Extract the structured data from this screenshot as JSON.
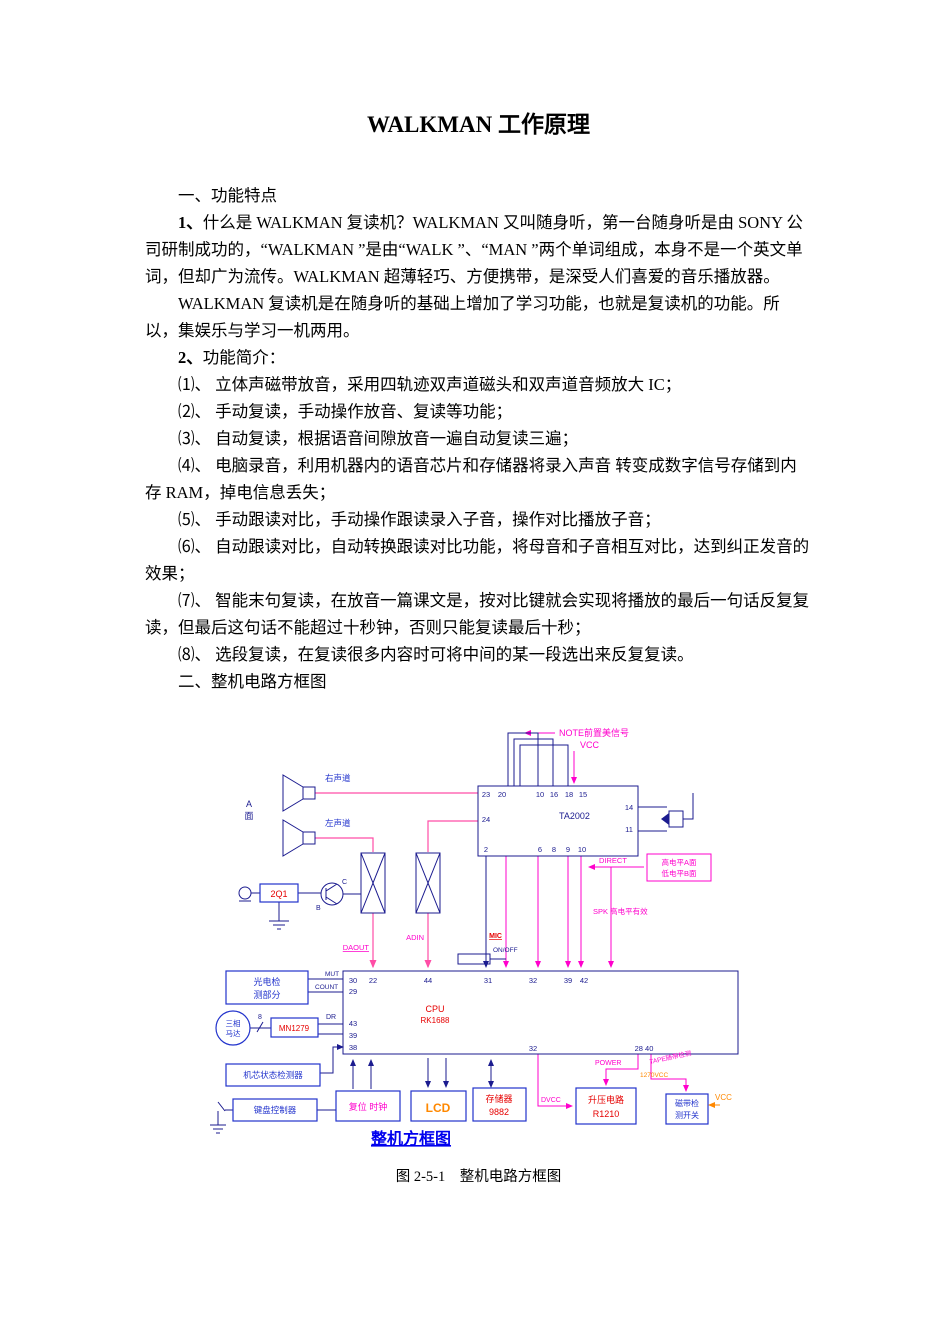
{
  "colors": {
    "magenta": "#ff00cc",
    "pink": "#ff4da6",
    "navy": "#1b1b8f",
    "blue": "#2233cc",
    "red": "#e60000",
    "orange": "#ff8800",
    "block_title_blue": "#0000ee"
  },
  "doc": {
    "title": "WALKMAN 工作原理",
    "section1": {
      "heading": "一、功能特点",
      "p1_num": "1、",
      "p1_text": "什么是 WALKMAN 复读机？WALKMAN 又叫随身听，第一台随身听是由 SONY 公司研制成功的，“WALKMAN ”是由“WALK ”、“MAN ”两个单词组成，本身不是一个英文单词，但却广为流传。WALKMAN 超薄轻巧、方便携带，是深受人们喜爱的音乐播放器。",
      "p2": "WALKMAN 复读机是在随身听的基础上增加了学习功能，也就是复读机的功能。所以，集娱乐与学习一机两用。",
      "p3_num": "2、",
      "p3_text": "功能简介：",
      "items": [
        "⑴、 立体声磁带放音，采用四轨迹双声道磁头和双声道音频放大 IC；",
        "⑵、 手动复读，手动操作放音、复读等功能；",
        "⑶、 自动复读，根据语音间隙放音一遍自动复读三遍；",
        "⑷、 电脑录音，利用机器内的语音芯片和存储器将录入声音 转变成数字信号存储到内存 RAM，掉电信息丢失；",
        "⑸、 手动跟读对比，手动操作跟读录入子音，操作对比播放子音；",
        "⑹、 自动跟读对比，自动转换跟读对比功能，将母音和子音相互对比，达到纠正发音的效果；",
        "⑺、 智能末句复读，在放音一篇课文是，按对比键就会实现将播放的最后一句话反复复读，但最后这句话不能超过十秒钟，否则只能复读最后十秒；",
        "⑻、 选段复读，在复读很多内容时可将中间的某一段选出来反复复读。"
      ]
    },
    "section2": {
      "heading": "二、整机电路方框图"
    },
    "caption": "图 2-5-1　整机电路方框图"
  },
  "diagram": {
    "note": "NOTE前置美信号",
    "vcc_top": "VCC",
    "right_ch": "右声道",
    "left_ch": "左声道",
    "side_a_1": "A",
    "side_a_2": "面",
    "chip": "TA2002",
    "pt23": "23",
    "pt20": "20",
    "pt10": "10",
    "pt16": "16",
    "pt18": "18",
    "pt15": "15",
    "pl24": "24",
    "pr14": "14",
    "pr11": "11",
    "pb2": "2",
    "pb6": "6",
    "pb8": "8",
    "pb9": "9",
    "pb10": "10",
    "direct": "DIRECT",
    "lvl1": "高电平A面",
    "lvl2": "低电平B面",
    "spk": "SPK 高电平有效",
    "q1": "2Q1",
    "tC": "C",
    "tB": "B",
    "daout": "DAOUT",
    "adin": "ADIN",
    "mic": "MIC",
    "onoff": "ON/OFF",
    "photo1": "光电检",
    "photo2": "测部分",
    "mut": "MUT",
    "count": "COUNT",
    "motor1": "三相",
    "motor2": "马达",
    "mn": "MN1279",
    "dr": "DR",
    "n8": "8",
    "cpu1": "CPU",
    "cpu2": "RK1688",
    "c30": "30",
    "c29": "29",
    "c22": "22",
    "c44": "44",
    "c31": "31",
    "c32": "32",
    "c39": "39",
    "c42": "42",
    "c43": "43",
    "c39l": "39",
    "c38": "38",
    "c32b": "32",
    "c2840": "28 40",
    "mech": "机芯状态检测器",
    "keyboard": "键盘控制器",
    "reset": "复位 时钟",
    "lcd": "LCD",
    "mem1": "存储器",
    "mem2": "9882",
    "dvcc": "DVCC",
    "boost1": "升压电路",
    "boost2": "R1210",
    "power": "POWER",
    "tape": "TAPE随带检测",
    "v1270": "1270VCC",
    "vcc_r": "VCC",
    "sw1": "磁带检",
    "sw2": "测开关",
    "title": "整机方框图"
  }
}
